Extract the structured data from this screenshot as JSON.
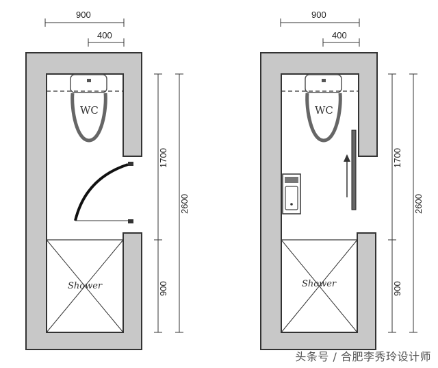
{
  "plans": [
    {
      "width_dim": "900",
      "door_width_dim": "400",
      "upper_length_dim": "1700",
      "total_length_dim": "2600",
      "lower_length_dim": "900",
      "toilet_label": "WC",
      "shower_label": "Shower"
    },
    {
      "width_dim": "900",
      "door_width_dim": "400",
      "upper_length_dim": "1700",
      "total_length_dim": "2600",
      "lower_length_dim": "900",
      "toilet_label": "WC",
      "shower_label": "Shower"
    }
  ],
  "watermark": "头条号 / 合肥李秀玲设计师",
  "colors": {
    "wall": "#c8c8c8",
    "line": "#333333"
  }
}
